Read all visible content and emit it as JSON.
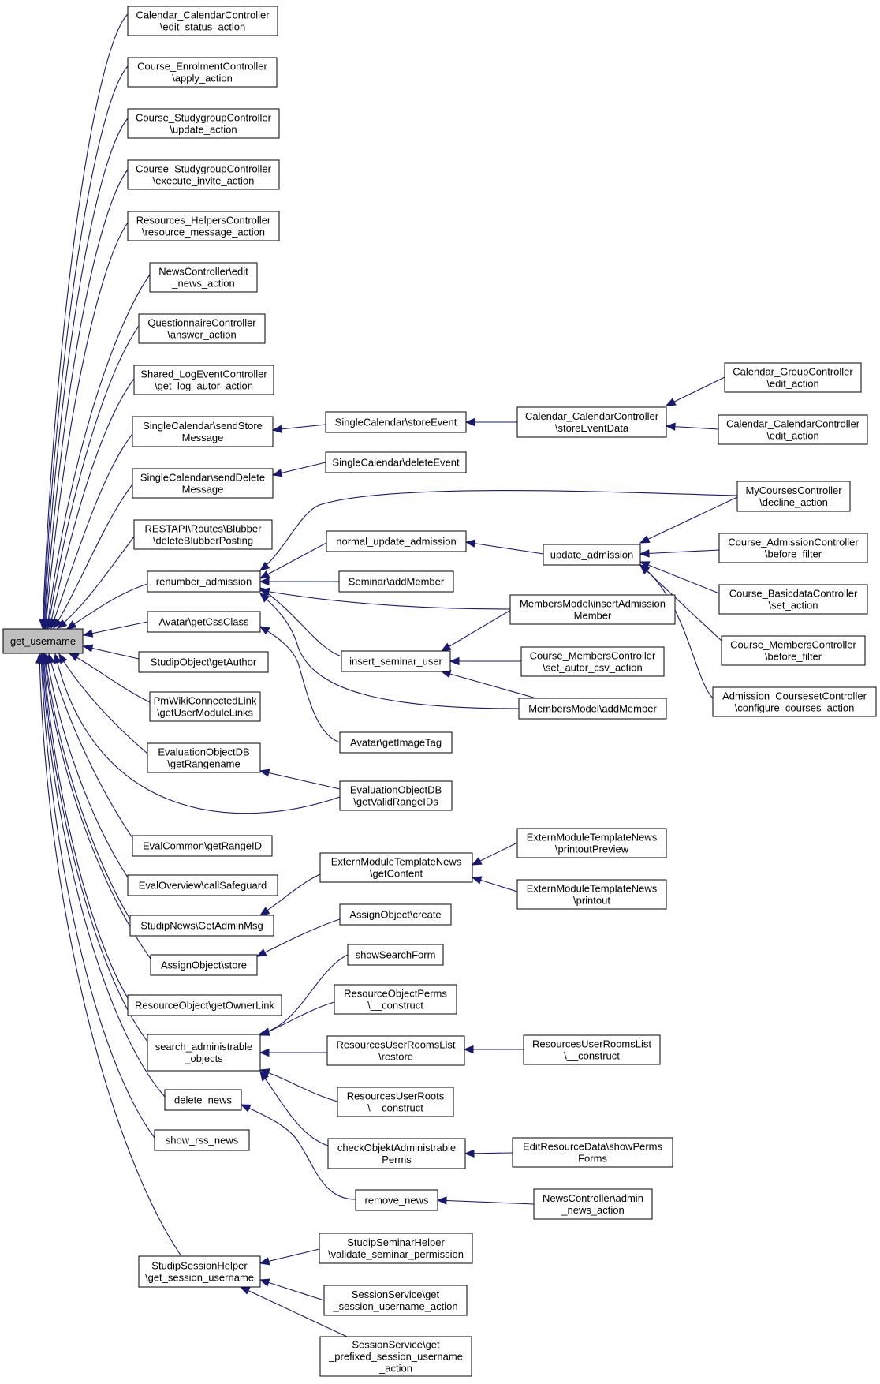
{
  "nodes": [
    {
      "id": "n0",
      "lines": [
        "get_username"
      ],
      "root": true
    },
    {
      "id": "n1",
      "lines": [
        "Calendar_CalendarController",
        "\\edit_status_action"
      ]
    },
    {
      "id": "n2",
      "lines": [
        "Course_EnrolmentController",
        "\\apply_action"
      ]
    },
    {
      "id": "n3",
      "lines": [
        "Course_StudygroupController",
        "\\update_action"
      ]
    },
    {
      "id": "n4",
      "lines": [
        "Course_StudygroupController",
        "\\execute_invite_action"
      ]
    },
    {
      "id": "n5",
      "lines": [
        "Resources_HelpersController",
        "\\resource_message_action"
      ]
    },
    {
      "id": "n6",
      "lines": [
        "NewsController\\edit",
        "_news_action"
      ]
    },
    {
      "id": "n7",
      "lines": [
        "QuestionnaireController",
        "\\answer_action"
      ]
    },
    {
      "id": "n8",
      "lines": [
        "Shared_LogEventController",
        "\\get_log_autor_action"
      ]
    },
    {
      "id": "n9",
      "lines": [
        "SingleCalendar\\sendStore",
        "Message"
      ]
    },
    {
      "id": "n10",
      "lines": [
        "SingleCalendar\\sendDelete",
        "Message"
      ]
    },
    {
      "id": "n11",
      "lines": [
        "RESTAPI\\Routes\\Blubber",
        "\\deleteBlubberPosting"
      ]
    },
    {
      "id": "n12",
      "lines": [
        "renumber_admission"
      ]
    },
    {
      "id": "n13",
      "lines": [
        "Avatar\\getCssClass"
      ]
    },
    {
      "id": "n14",
      "lines": [
        "StudipObject\\getAuthor"
      ]
    },
    {
      "id": "n15",
      "lines": [
        "PmWikiConnectedLink",
        "\\getUserModuleLinks"
      ]
    },
    {
      "id": "n16",
      "lines": [
        "EvaluationObjectDB",
        "\\getRangename"
      ]
    },
    {
      "id": "n17",
      "lines": [
        "EvalCommon\\getRangeID"
      ]
    },
    {
      "id": "n18",
      "lines": [
        "EvalOverview\\callSafeguard"
      ]
    },
    {
      "id": "n19",
      "lines": [
        "StudipNews\\GetAdminMsg"
      ]
    },
    {
      "id": "n20",
      "lines": [
        "AssignObject\\store"
      ]
    },
    {
      "id": "n21",
      "lines": [
        "ResourceObject\\getOwnerLink"
      ]
    },
    {
      "id": "n22",
      "lines": [
        "search_administrable",
        "_objects"
      ]
    },
    {
      "id": "n23",
      "lines": [
        "delete_news"
      ]
    },
    {
      "id": "n24",
      "lines": [
        "show_rss_news"
      ]
    },
    {
      "id": "n25",
      "lines": [
        "StudipSessionHelper",
        "\\get_session_username"
      ]
    },
    {
      "id": "n26",
      "lines": [
        "SingleCalendar\\storeEvent"
      ]
    },
    {
      "id": "n27",
      "lines": [
        "SingleCalendar\\deleteEvent"
      ]
    },
    {
      "id": "n28",
      "lines": [
        "normal_update_admission"
      ]
    },
    {
      "id": "n29",
      "lines": [
        "Seminar\\addMember"
      ]
    },
    {
      "id": "n30",
      "lines": [
        "insert_seminar_user"
      ]
    },
    {
      "id": "n31",
      "lines": [
        "Avatar\\getImageTag"
      ]
    },
    {
      "id": "n32",
      "lines": [
        "EvaluationObjectDB",
        "\\getValidRangeIDs"
      ]
    },
    {
      "id": "n33",
      "lines": [
        "ExternModuleTemplateNews",
        "\\getContent"
      ]
    },
    {
      "id": "n34",
      "lines": [
        "AssignObject\\create"
      ]
    },
    {
      "id": "n35",
      "lines": [
        "showSearchForm"
      ]
    },
    {
      "id": "n36",
      "lines": [
        "ResourceObjectPerms",
        "\\__construct"
      ]
    },
    {
      "id": "n37",
      "lines": [
        "ResourcesUserRoomsList",
        "\\restore"
      ]
    },
    {
      "id": "n38",
      "lines": [
        "ResourcesUserRoots",
        "\\__construct"
      ]
    },
    {
      "id": "n39",
      "lines": [
        "checkObjektAdministrable",
        "Perms"
      ]
    },
    {
      "id": "n40",
      "lines": [
        "remove_news"
      ]
    },
    {
      "id": "n41",
      "lines": [
        "StudipSeminarHelper",
        "\\validate_seminar_permission"
      ]
    },
    {
      "id": "n42",
      "lines": [
        "SessionService\\get",
        "_session_username_action"
      ]
    },
    {
      "id": "n43",
      "lines": [
        "SessionService\\get",
        "_prefixed_session_username",
        "_action"
      ]
    },
    {
      "id": "n44",
      "lines": [
        "Calendar_CalendarController",
        "\\storeEventData"
      ]
    },
    {
      "id": "n45",
      "lines": [
        "update_admission"
      ]
    },
    {
      "id": "n46",
      "lines": [
        "MembersModel\\insertAdmission",
        "Member"
      ]
    },
    {
      "id": "n47",
      "lines": [
        "Course_MembersController",
        "\\set_autor_csv_action"
      ]
    },
    {
      "id": "n48",
      "lines": [
        "MembersModel\\addMember"
      ]
    },
    {
      "id": "n49",
      "lines": [
        "ExternModuleTemplateNews",
        "\\printoutPreview"
      ]
    },
    {
      "id": "n50",
      "lines": [
        "ExternModuleTemplateNews",
        "\\printout"
      ]
    },
    {
      "id": "n51",
      "lines": [
        "ResourcesUserRoomsList",
        "\\__construct"
      ]
    },
    {
      "id": "n52",
      "lines": [
        "EditResourceData\\showPerms",
        "Forms"
      ]
    },
    {
      "id": "n53",
      "lines": [
        "NewsController\\admin",
        "_news_action"
      ]
    },
    {
      "id": "n54",
      "lines": [
        "Calendar_GroupController",
        "\\edit_action"
      ]
    },
    {
      "id": "n55",
      "lines": [
        "Calendar_CalendarController",
        "\\edit_action"
      ]
    },
    {
      "id": "n56",
      "lines": [
        "MyCoursesController",
        "\\decline_action"
      ]
    },
    {
      "id": "n57",
      "lines": [
        "Course_AdmissionController",
        "\\before_filter"
      ]
    },
    {
      "id": "n58",
      "lines": [
        "Course_BasicdataController",
        "\\set_action"
      ]
    },
    {
      "id": "n59",
      "lines": [
        "Course_MembersController",
        "\\before_filter"
      ]
    },
    {
      "id": "n60",
      "lines": [
        "Admission_CoursesetController",
        "\\configure_courses_action"
      ]
    }
  ]
}
